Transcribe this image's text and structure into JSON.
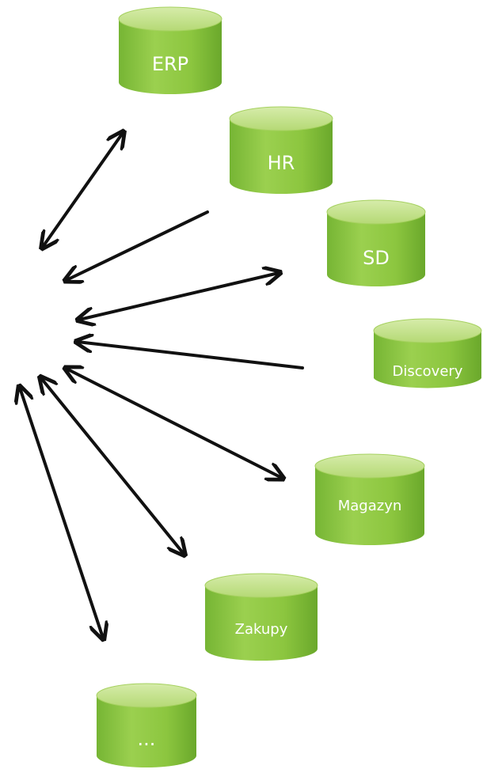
{
  "databases": [
    {
      "id": "erp",
      "label": "ERP"
    },
    {
      "id": "hr",
      "label": "HR"
    },
    {
      "id": "sd",
      "label": "SD"
    },
    {
      "id": "discovery",
      "label": "Discovery"
    },
    {
      "id": "magazyn",
      "label": "Magazyn"
    },
    {
      "id": "zakupy",
      "label": "Zakupy"
    },
    {
      "id": "more",
      "label": "..."
    }
  ],
  "colors": {
    "cylinder_body": "#8cc63f",
    "cylinder_top": "#c3e08a",
    "cylinder_dark": "#6aa82b",
    "arrow": "#111111"
  }
}
